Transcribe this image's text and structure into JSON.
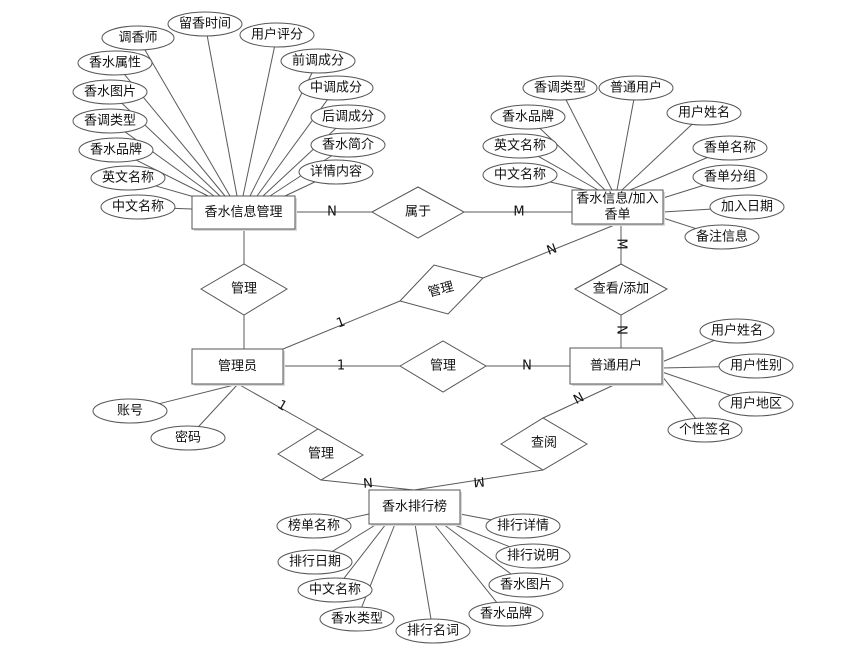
{
  "diagram": {
    "type": "er-diagram",
    "entities": {
      "perfume_info_mgmt": "香水信息管理",
      "perfume_playlist": "香水信息/加入香单",
      "admin": "管理员",
      "regular_user": "普通用户",
      "perfume_ranking": "香水排行榜"
    },
    "relationships": {
      "belongs_to": "属于",
      "manage_info": "管理",
      "manage_playlist": "管理",
      "manage_user": "管理",
      "manage_ranking": "管理",
      "view_add": "查看/添加",
      "browse": "查阅"
    },
    "cardinalities": {
      "info_belongs": "N",
      "playlist_belongs": "M",
      "admin_playlist": "1",
      "playlist_admin": "N",
      "playlist_view": "M",
      "user_view": "N",
      "admin_user": "1",
      "user_admin": "N",
      "admin_ranking": "1",
      "ranking_admin": "N",
      "ranking_browse": "M",
      "user_browse": "N"
    },
    "attributes": {
      "perfume_info_mgmt": [
        "调香师",
        "留香时间",
        "用户评分",
        "香水属性",
        "前调成分",
        "香水图片",
        "中调成分",
        "香调类型",
        "后调成分",
        "香水品牌",
        "香水简介",
        "英文名称",
        "详情内容",
        "中文名称"
      ],
      "perfume_playlist": [
        "香调类型",
        "普通用户",
        "香水品牌",
        "用户姓名",
        "英文名称",
        "香单名称",
        "中文名称",
        "香单分组",
        "加入日期",
        "备注信息"
      ],
      "admin": [
        "账号",
        "密码"
      ],
      "regular_user": [
        "用户姓名",
        "用户性别",
        "用户地区",
        "个性签名"
      ],
      "perfume_ranking": [
        "榜单名称",
        "排行详情",
        "排行日期",
        "排行说明",
        "中文名称",
        "香水图片",
        "香水类型",
        "香水品牌",
        "排行名词"
      ]
    }
  }
}
